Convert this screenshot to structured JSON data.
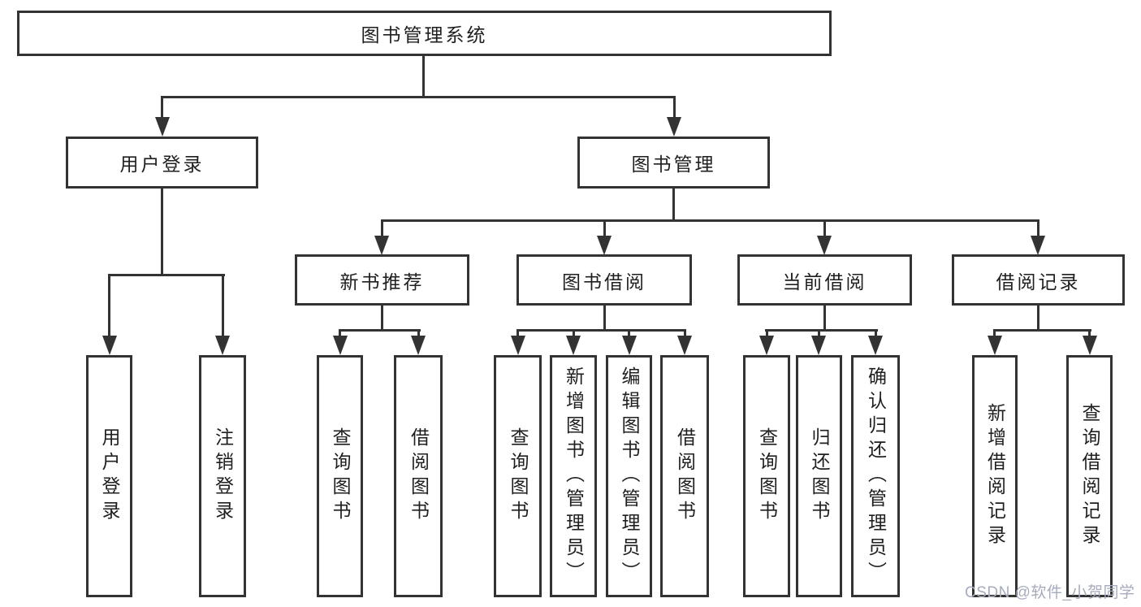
{
  "tree": {
    "label": "图书管理系统",
    "children": [
      {
        "label": "用户登录",
        "children": [
          {
            "label": "用户登录"
          },
          {
            "label": "注销登录"
          }
        ]
      },
      {
        "label": "图书管理",
        "children": [
          {
            "label": "新书推荐",
            "children": [
              {
                "label": "查询图书"
              },
              {
                "label": "借阅图书"
              }
            ]
          },
          {
            "label": "图书借阅",
            "children": [
              {
                "label": "查询图书"
              },
              {
                "label": "新增图书（管理员）"
              },
              {
                "label": "编辑图书（管理员）"
              },
              {
                "label": "借阅图书"
              }
            ]
          },
          {
            "label": "当前借阅",
            "children": [
              {
                "label": "查询图书"
              },
              {
                "label": "归还图书"
              },
              {
                "label": "确认归还（管理员）"
              }
            ]
          },
          {
            "label": "借阅记录",
            "children": [
              {
                "label": "新增借阅记录"
              },
              {
                "label": "查询借阅记录"
              }
            ]
          }
        ]
      }
    ]
  },
  "watermark": {
    "text": "CSDN @软件_小贺同学"
  },
  "colors": {
    "line": "#333333",
    "text": "#1f1f1f",
    "watermark": "#a6abbd",
    "background": "#ffffff"
  }
}
